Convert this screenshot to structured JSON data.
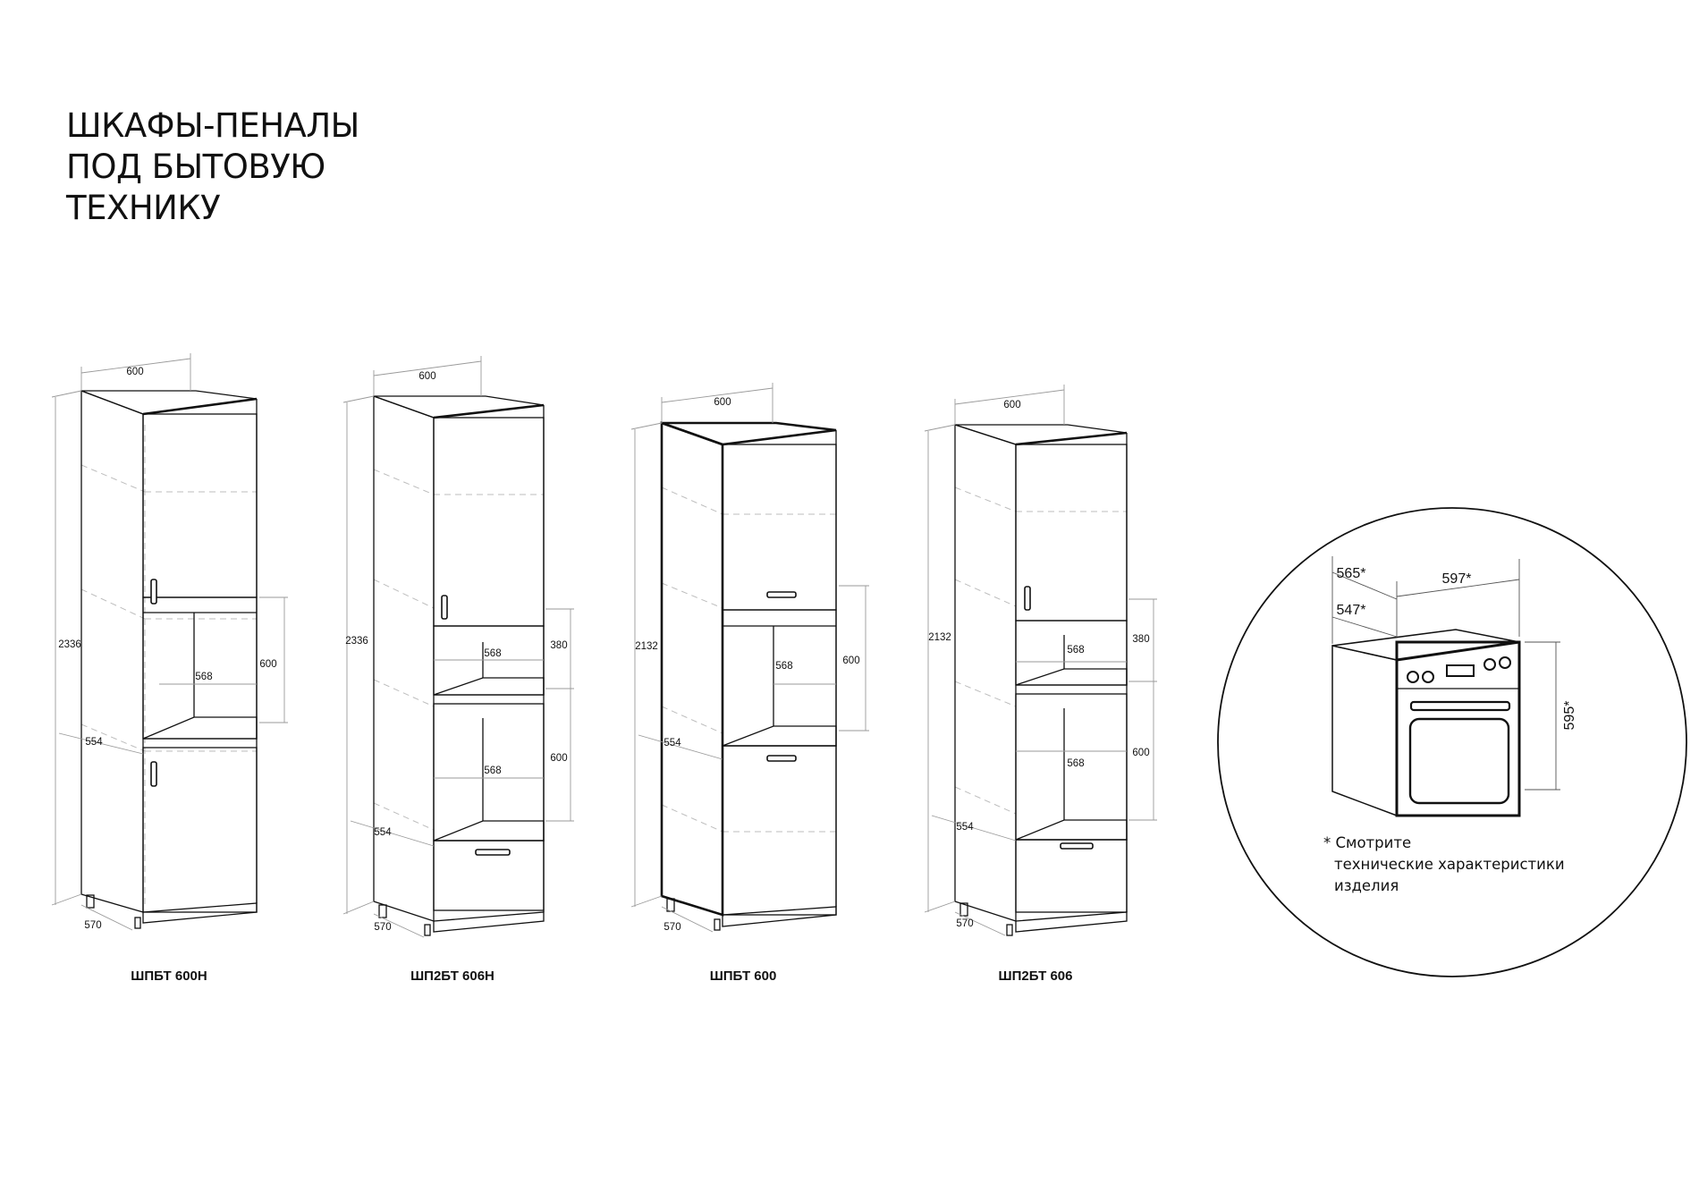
{
  "title_lines": [
    "ШКАФЫ-ПЕНАЛЫ",
    "ПОД БЫТОВУЮ",
    "ТЕХНИКУ"
  ],
  "cabinets": [
    {
      "name": "ШПБТ 600Н",
      "width": "600",
      "height": "2336",
      "depth_top": "554",
      "depth_bottom": "570",
      "niche_width": "568",
      "niche_height": "600"
    },
    {
      "name": "ШП2БТ 606Н",
      "width": "600",
      "height": "2336",
      "depth_top": "554",
      "depth_bottom": "570",
      "niche_width_1": "568",
      "niche_height_1": "380",
      "niche_width_2": "568",
      "niche_height_2": "600"
    },
    {
      "name": "ШПБТ 600",
      "width": "600",
      "height": "2132",
      "depth_top": "554",
      "depth_bottom": "570",
      "niche_width": "568",
      "niche_height": "600"
    },
    {
      "name": "ШП2БТ 606",
      "width": "600",
      "height": "2132",
      "depth_top": "554",
      "depth_bottom": "570",
      "niche_width_1": "568",
      "niche_height_1": "380",
      "niche_width_2": "568",
      "niche_height_2": "600"
    }
  ],
  "oven": {
    "depth_outer": "565*",
    "depth_inner": "547*",
    "width": "597*",
    "height": "595*",
    "note_lines": [
      "* Смотрите",
      "технические характеристики",
      "изделия"
    ]
  }
}
